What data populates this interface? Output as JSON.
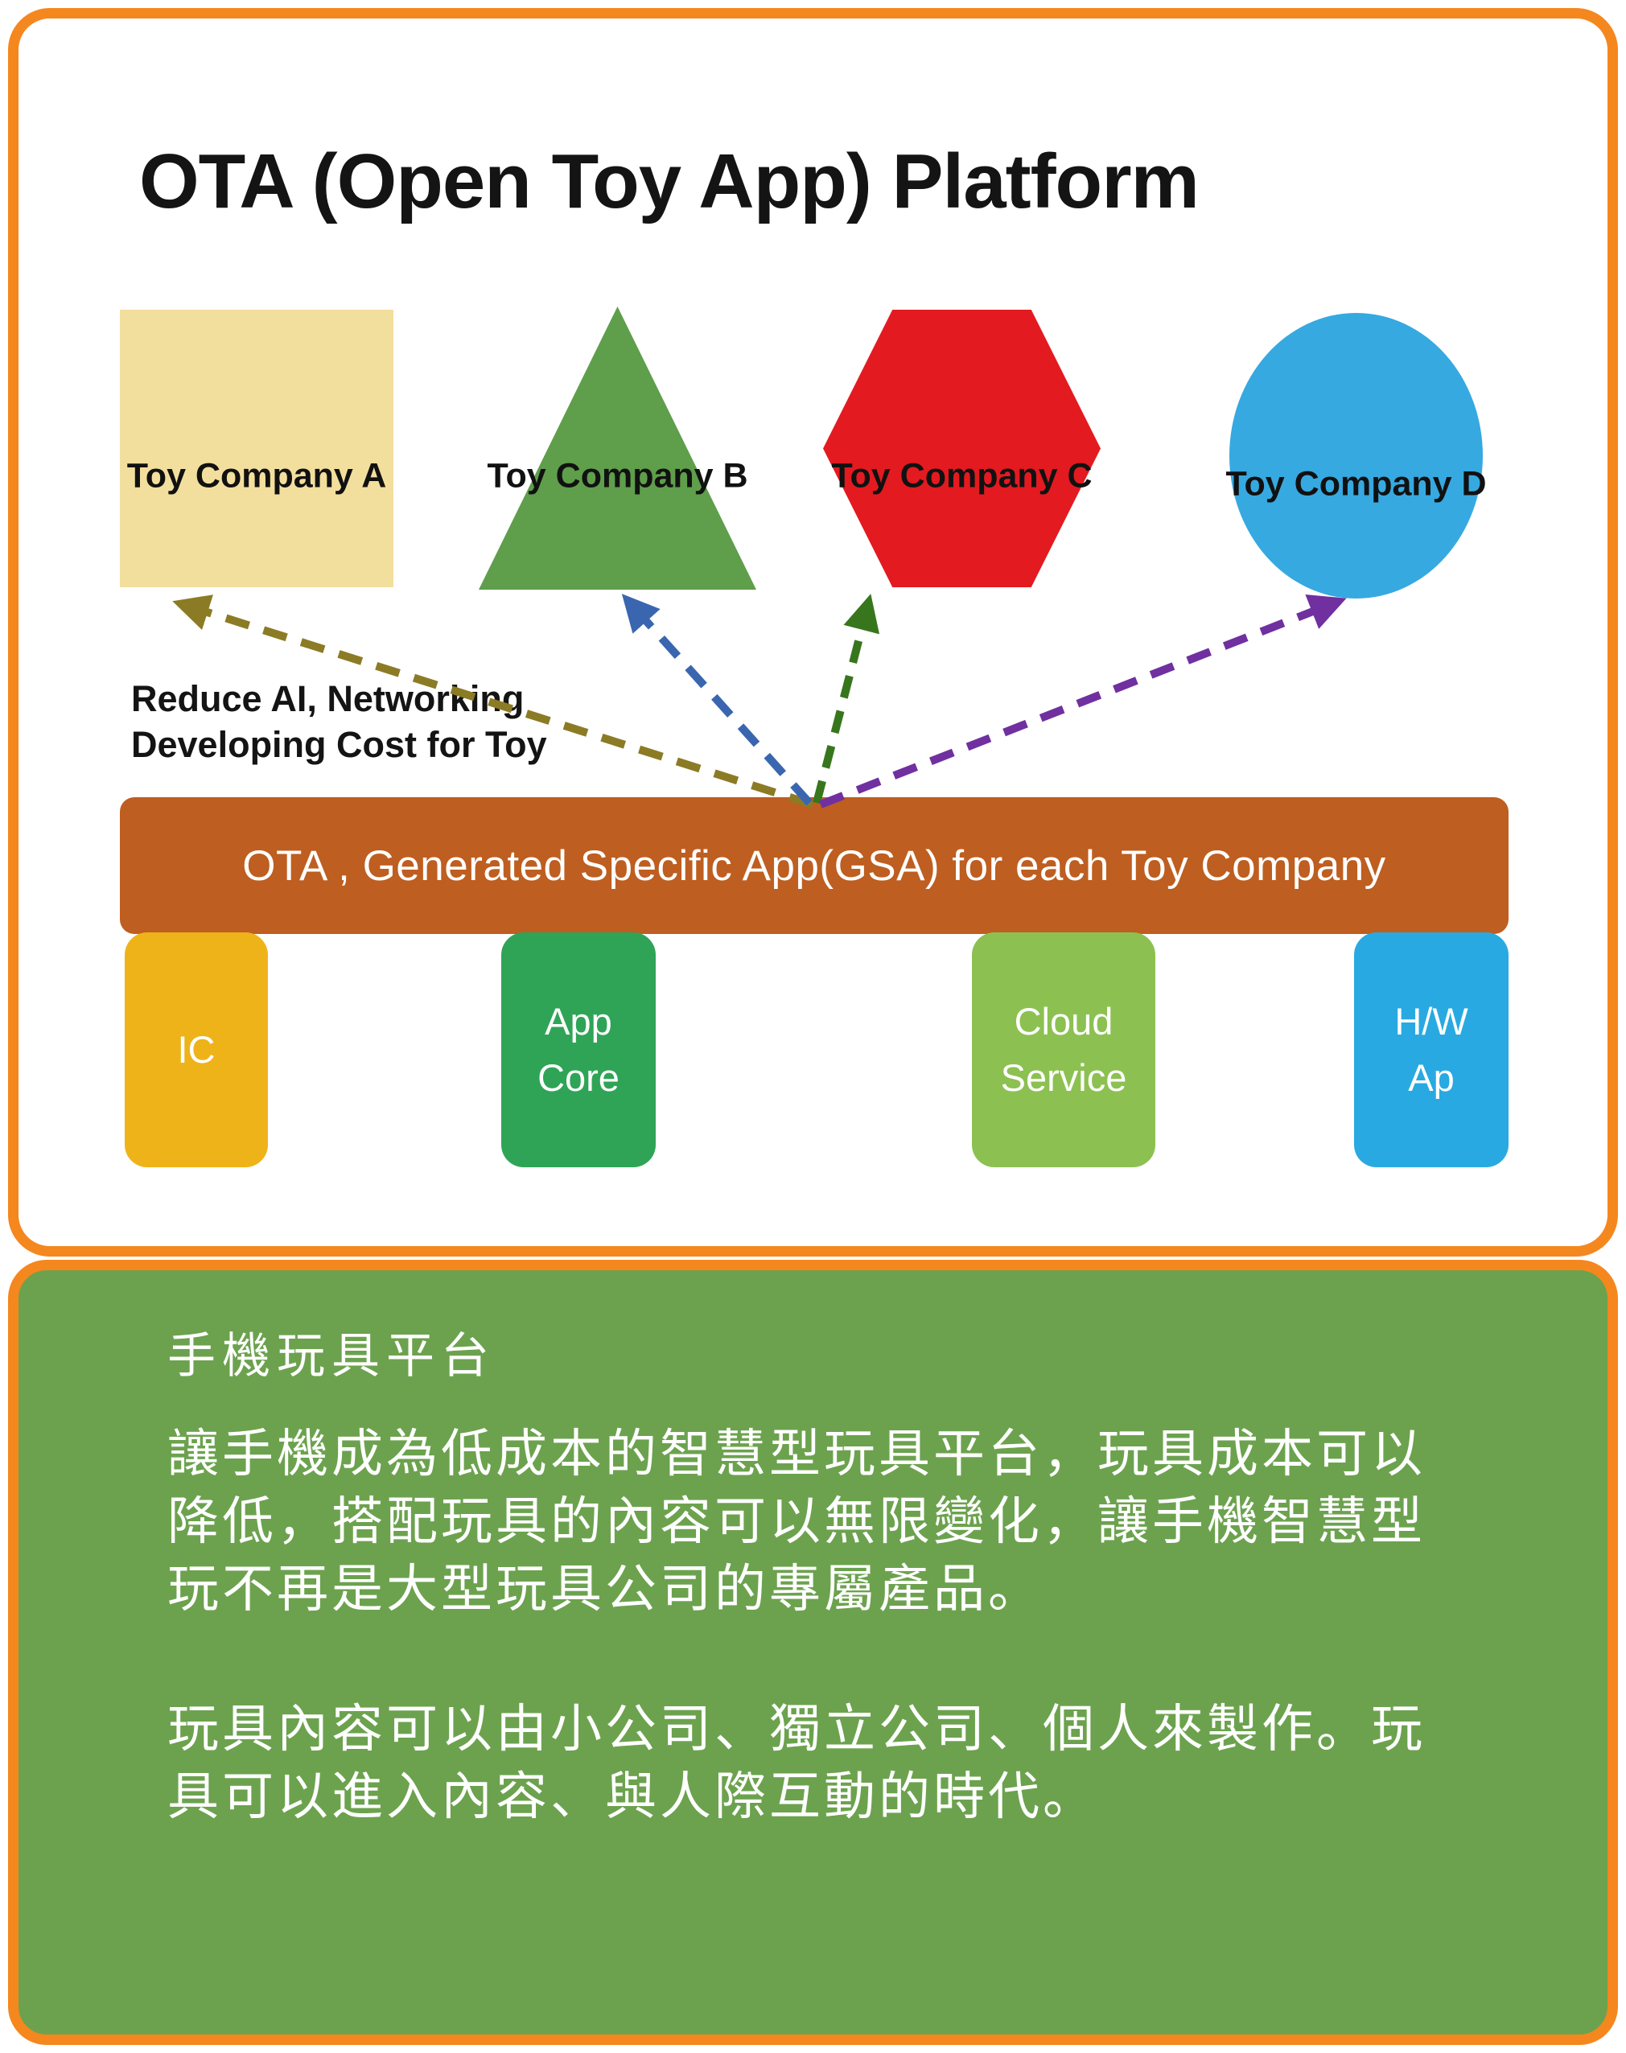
{
  "frame": {
    "accent_color": "#F5871F",
    "panel_color": "#6CA24E"
  },
  "diagram": {
    "title": "OTA (Open Toy App) Platform",
    "note": {
      "line1": "Reduce AI, Networking",
      "line2": "Developing Cost for Toy"
    },
    "companies": [
      {
        "label": "Toy Company A",
        "shape": "square",
        "color": "#F3DF9D"
      },
      {
        "label": "Toy Company B",
        "shape": "triangle",
        "color": "#5F9E4B"
      },
      {
        "label": "Toy Company C",
        "shape": "hexagon",
        "color": "#E31A20"
      },
      {
        "label": "Toy Company D",
        "shape": "ellipse",
        "color": "#36A9E0"
      }
    ],
    "arrows": [
      {
        "to": "Toy Company A",
        "color": "#8C7B25"
      },
      {
        "to": "Toy Company B",
        "color": "#3A66B0"
      },
      {
        "to": "Toy Company C",
        "color": "#38761D"
      },
      {
        "to": "Toy Company D",
        "color": "#7030A0"
      }
    ],
    "platform_bar": "OTA , Generated Specific App(GSA) for each Toy Company",
    "modules": [
      {
        "lines": [
          "IC"
        ],
        "color": "#EFB31A"
      },
      {
        "lines": [
          "App",
          "Core"
        ],
        "color": "#2FA457"
      },
      {
        "lines": [
          "Cloud",
          "Service"
        ],
        "color": "#8CC152"
      },
      {
        "lines": [
          "H/W",
          "Ap"
        ],
        "color": "#29A9E1"
      }
    ]
  },
  "panel": {
    "title": "手機玩具平台",
    "paragraph1_lines": [
      "讓手機成為低成本的智慧型玩具平台，玩具成本可以",
      "降低，搭配玩具的內容可以無限變化，讓手機智慧型",
      "玩不再是大型玩具公司的專屬產品。"
    ],
    "paragraph2_lines": [
      "玩具內容可以由小公司、獨立公司、個人來製作。玩",
      "具可以進入內容、與人際互動的時代。"
    ]
  }
}
